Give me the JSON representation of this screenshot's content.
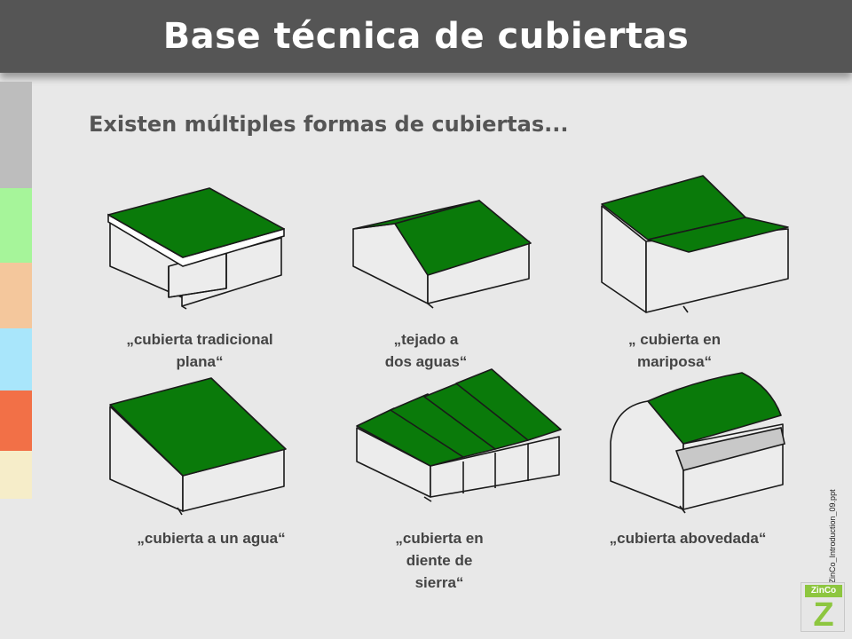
{
  "header": {
    "title": "Base técnica de cubiertas"
  },
  "subtitle": "Existen múltiples formas de cubiertas...",
  "side_stripes": {
    "colors": [
      "#bdbdbd",
      "#a6f59a",
      "#f4c79c",
      "#a9e6fb",
      "#f27047",
      "#f6edc9"
    ]
  },
  "colors": {
    "roof_green": "#0a7a0a",
    "wall": "#ececec",
    "line": "#1a1a1a"
  },
  "roof_types": [
    {
      "label": "„cubierta tradicional\nplana“",
      "icon": "flat-roof-building-icon"
    },
    {
      "label": "„tejado  a\ndos aguas“",
      "icon": "gable-roof-building-icon"
    },
    {
      "label": "„ cubierta en\nmariposa“",
      "icon": "butterfly-roof-building-icon"
    },
    {
      "label": "„cubierta a un agua“",
      "icon": "shed-roof-building-icon"
    },
    {
      "label": "„cubierta en\ndiente de\nsierra“",
      "icon": "sawtooth-roof-building-icon"
    },
    {
      "label": "„cubierta abovedada“",
      "icon": "vaulted-roof-building-icon"
    }
  ],
  "footer": {
    "copyright": "© ZinCo_Introduction_09.ppt",
    "logo_word": "ZinCo",
    "logo_letter": "Z"
  }
}
